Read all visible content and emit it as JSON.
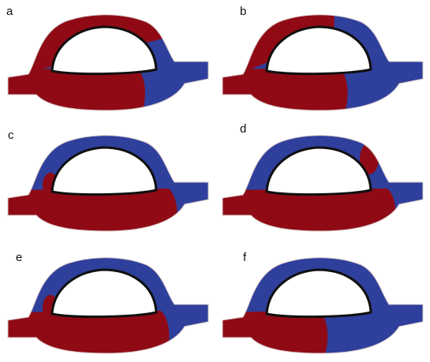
{
  "colors": {
    "red": "#8f0a14",
    "blue": "#2e3f9c",
    "outline": "#101010",
    "cavity": "#ffffff"
  },
  "panels": [
    {
      "label": "a",
      "blue_from": 0.68,
      "blue_to": 1.0,
      "arch_split": 1.0,
      "cap": null
    },
    {
      "label": "b",
      "blue_from": 0.62,
      "blue_to": 1.0,
      "arch_split": 0.62,
      "cap": "arch-top"
    },
    {
      "label": "c",
      "blue_from": 0.84,
      "blue_to": 1.0,
      "arch_split": 0.0,
      "cap": "left-knob"
    },
    {
      "label": "d",
      "blue_from": 0.86,
      "blue_to": 1.0,
      "arch_split": 0.0,
      "cap": "right-knob"
    },
    {
      "label": "e",
      "blue_from": 0.8,
      "blue_to": 1.0,
      "arch_split": 0.0,
      "cap": "left-knob"
    },
    {
      "label": "f",
      "blue_from": 0.52,
      "blue_to": 1.0,
      "arch_split": 0.0,
      "cap": null
    }
  ]
}
